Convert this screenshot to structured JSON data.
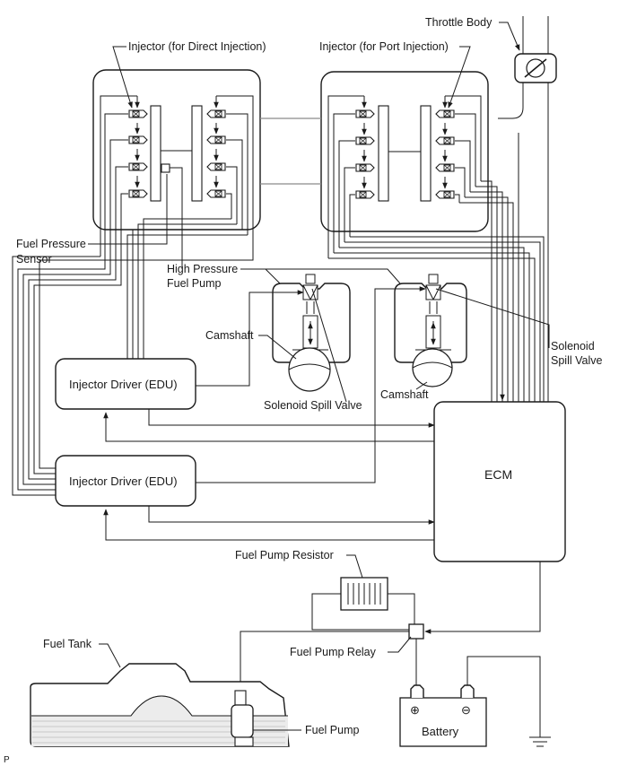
{
  "labels": {
    "throttle_body": "Throttle Body",
    "injector_direct": "Injector (for Direct Injection)",
    "injector_port": "Injector (for Port Injection)",
    "fuel_pressure_sensor_1": "Fuel Pressure",
    "fuel_pressure_sensor_2": "Sensor",
    "high_pressure_pump_1": "High Pressure",
    "high_pressure_pump_2": "Fuel Pump",
    "camshaft_left": "Camshaft",
    "camshaft_right": "Camshaft",
    "solenoid_spill_valve_left": "Solenoid Spill Valve",
    "solenoid_spill_valve_right_1": "Solenoid",
    "solenoid_spill_valve_right_2": "Spill Valve",
    "injector_driver_top": "Injector Driver (EDU)",
    "injector_driver_bottom": "Injector Driver (EDU)",
    "ecm": "ECM",
    "fuel_pump_resistor": "Fuel Pump Resistor",
    "fuel_pump_relay": "Fuel Pump Relay",
    "fuel_tank": "Fuel Tank",
    "fuel_pump": "Fuel Pump",
    "battery": "Battery",
    "battery_plus": "⊕",
    "battery_minus": "⊖",
    "corner_mark": "P"
  }
}
